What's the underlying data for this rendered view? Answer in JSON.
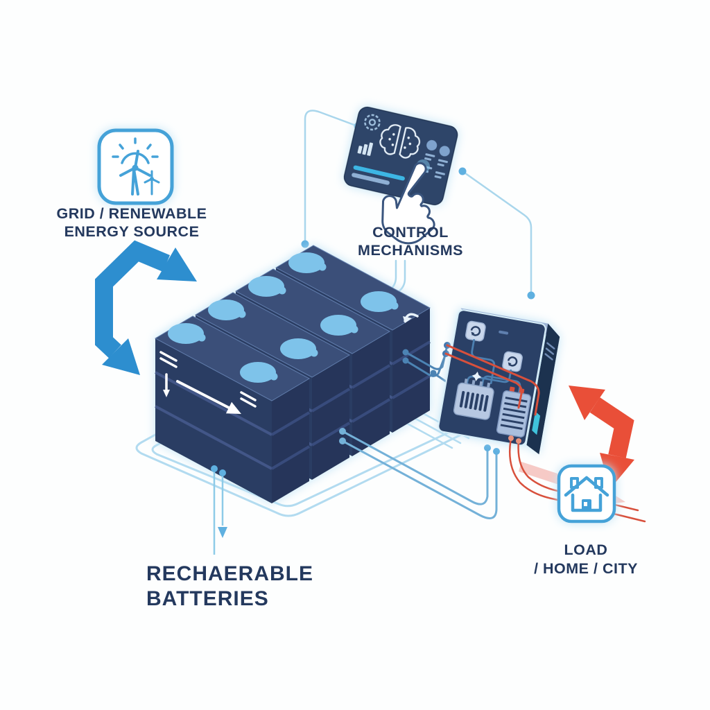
{
  "background": "#fdfefe",
  "colors": {
    "label_text": "#24395e",
    "icon_stroke": "#45a2d8",
    "charge_arrow_blue": "#2d8ecf",
    "discharge_arrow_red": "#e94f38",
    "battery_front": "#2c3e63",
    "battery_top": "#3a4f79",
    "battery_side": "#25365a",
    "battery_terminal": "#7ec3ea",
    "panel_body": "#2e4469",
    "connector_light_blue": "#a9d6ec",
    "connector_mid_blue": "#4c84b4",
    "wire_red": "#d8503c",
    "accent_cyan": "#3db6e4",
    "pink_band": "#f6c5c0"
  },
  "nodes": {
    "source": {
      "label_line1": "GRID / RENEWABLE",
      "label_line2": "ENERGY SOURCE",
      "icon": "wind-turbine-sun-icon"
    },
    "control": {
      "label_line1": "CONTROL",
      "label_line2": "MECHANISMS",
      "icon": "touchscreen-hand-icon"
    },
    "batteries": {
      "label_line1": "RECHAERABLE",
      "label_line2": "BATTERIES",
      "count_units": 4
    },
    "load": {
      "label_line1": "LOAD",
      "label_line2": "/ HOME / CITY",
      "icon": "house-icon"
    }
  }
}
